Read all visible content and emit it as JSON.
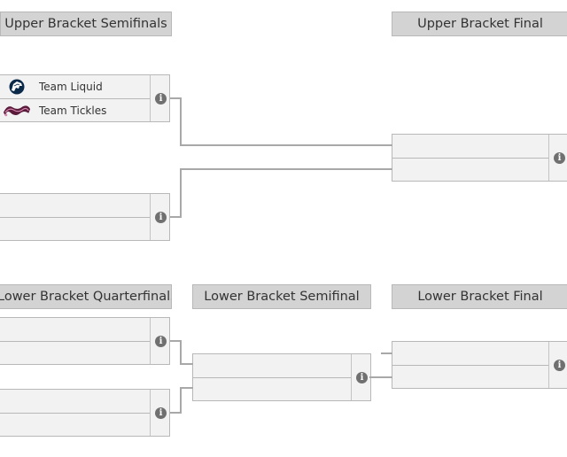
{
  "headers": {
    "ub_semifinals": "Upper Bracket Semifinals",
    "ub_final": "Upper Bracket Final",
    "lb_quarterfinals": "Lower Bracket Quarterfinals",
    "lb_semifinal": "Lower Bracket Semifinal",
    "lb_final": "Lower Bracket Final"
  },
  "matches": {
    "ub_sf_1": {
      "team1": "Team Liquid",
      "team2": "Team Tickles",
      "team1_logo": "team-liquid-horse-logo",
      "team2_logo": "team-tickles-logo"
    },
    "ub_sf_2": {
      "team1": "",
      "team2": ""
    },
    "ub_final": {
      "team1": "",
      "team2": ""
    },
    "lb_qf_1": {
      "team1": "",
      "team2": ""
    },
    "lb_qf_2": {
      "team1": "",
      "team2": ""
    },
    "lb_sf": {
      "team1": "",
      "team2": ""
    },
    "lb_final": {
      "team1": "",
      "team2": ""
    }
  },
  "icons": {
    "match_info": "info-icon",
    "info_glyph": "i"
  },
  "colors": {
    "header_bg": "#d3d3d3",
    "match_bg": "#f2f2f2",
    "border": "#b8b8b8",
    "connector": "#a8a8a8",
    "info_icon": "#707070"
  }
}
